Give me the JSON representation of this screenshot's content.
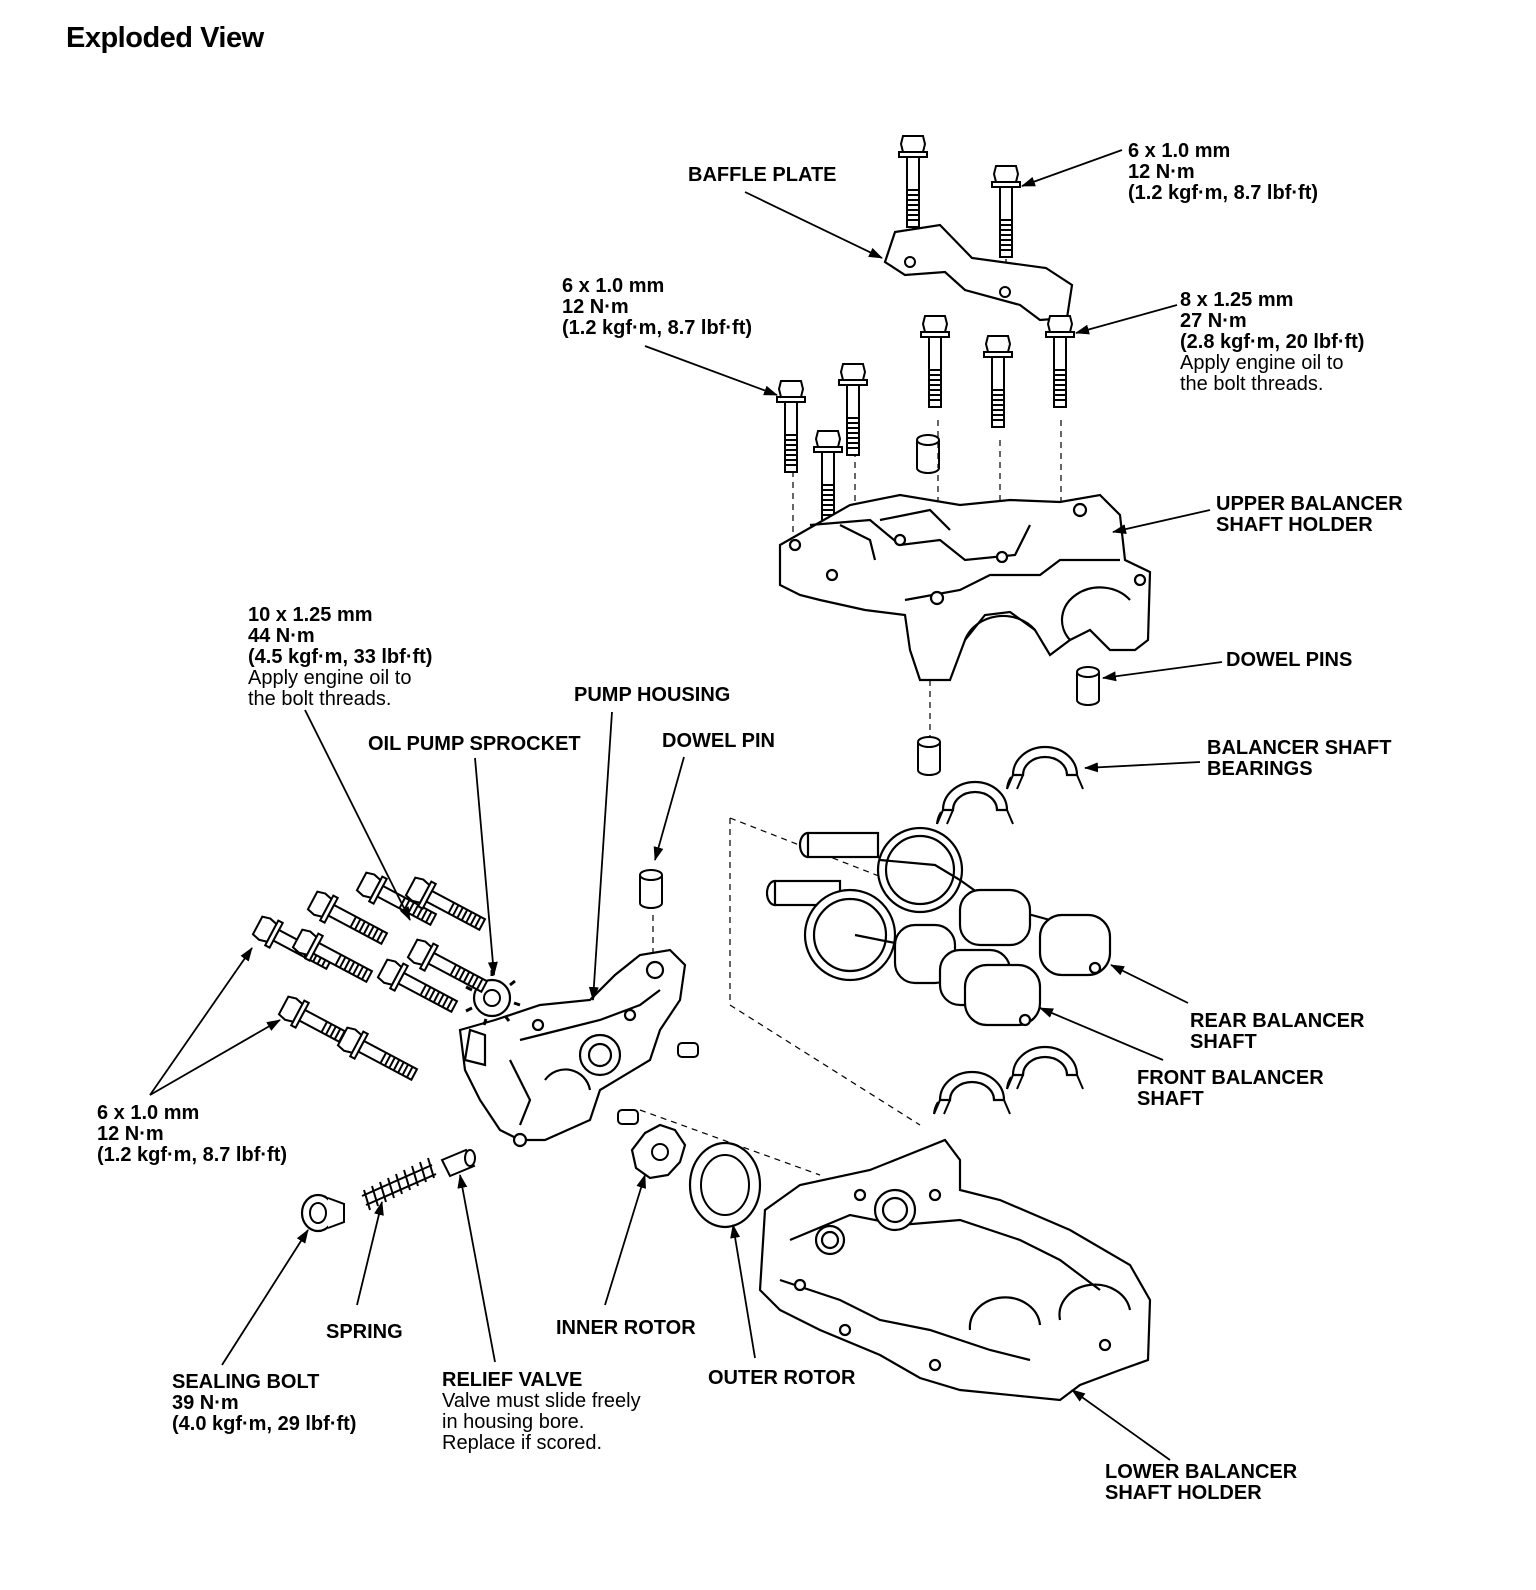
{
  "title": "Exploded View",
  "labels": {
    "baffle_plate": "BAFFLE PLATE",
    "spec_top_right": {
      "l1": "6 x 1.0 mm",
      "l2": "12 N·m",
      "l3": "(1.2 kgf·m, 8.7 lbf·ft)"
    },
    "spec_top_left": {
      "l1": "6 x 1.0 mm",
      "l2": "12 N·m",
      "l3": "(1.2 kgf·m, 8.7 lbf·ft)"
    },
    "spec_8mm": {
      "l1": "8 x 1.25 mm",
      "l2": "27 N·m",
      "l3": "(2.8 kgf·m, 20 lbf·ft)",
      "n1": "Apply engine oil to",
      "n2": "the bolt threads."
    },
    "upper_holder": {
      "l1": "UPPER BALANCER",
      "l2": "SHAFT HOLDER"
    },
    "dowel_pins": "DOWEL PINS",
    "bearings": {
      "l1": "BALANCER SHAFT",
      "l2": "BEARINGS"
    },
    "rear_shaft": {
      "l1": "REAR BALANCER",
      "l2": "SHAFT"
    },
    "front_shaft": {
      "l1": "FRONT BALANCER",
      "l2": "SHAFT"
    },
    "lower_holder": {
      "l1": "LOWER BALANCER",
      "l2": "SHAFT HOLDER"
    },
    "spec_10mm": {
      "l1": "10 x 1.25 mm",
      "l2": "44 N·m",
      "l3": "(4.5 kgf·m, 33 lbf·ft)",
      "n1": "Apply engine oil to",
      "n2": "the bolt threads."
    },
    "pump_housing": "PUMP HOUSING",
    "oil_pump_sprocket": "OIL PUMP SPROCKET",
    "dowel_pin": "DOWEL PIN",
    "spec_left": {
      "l1": "6 x 1.0 mm",
      "l2": "12 N·m",
      "l3": "(1.2 kgf·m, 8.7 lbf·ft)"
    },
    "sealing_bolt": {
      "l1": "SEALING BOLT",
      "l2": "39 N·m",
      "l3": "(4.0 kgf·m, 29 lbf·ft)"
    },
    "spring": "SPRING",
    "relief_valve": {
      "l1": "RELIEF VALVE",
      "n1": "Valve must slide freely",
      "n2": "in housing bore.",
      "n3": "Replace if scored."
    },
    "inner_rotor": "INNER ROTOR",
    "outer_rotor": "OUTER ROTOR"
  }
}
